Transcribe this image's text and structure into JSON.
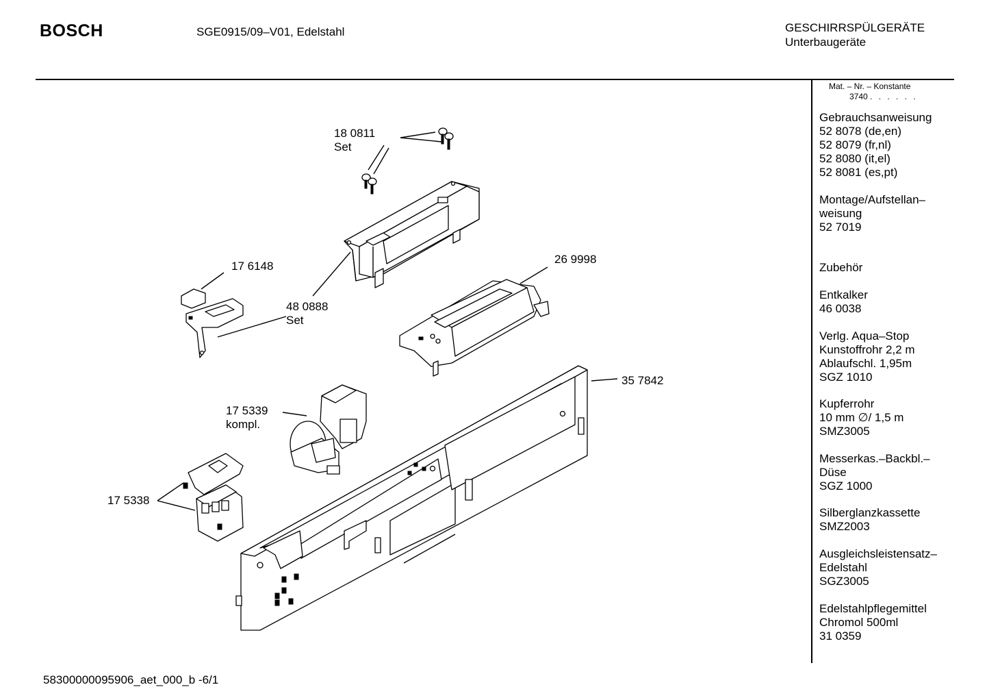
{
  "header": {
    "brand": "BOSCH",
    "model": "SGE0915/09–V01, Edelstahl",
    "category_line1": "GESCHIRRSPÜLGERÄTE",
    "category_line2": "Unterbaugeräte"
  },
  "sidebar": {
    "matnr_label": "Mat. – Nr. – Konstante",
    "matnr_value": "3740",
    "matnr_dots": ". . . . . .",
    "groups": [
      {
        "lines": [
          "Gebrauchsanweisung",
          "52 8078 (de,en)",
          "52 8079 (fr,nl)",
          "52 8080 (it,el)",
          "52 8081 (es,pt)"
        ]
      },
      {
        "lines": [
          "Montage/Aufstellan–",
          "weisung",
          "52 7019"
        ]
      },
      {
        "lines": [
          "Zubehör"
        ]
      },
      {
        "lines": [
          "Entkalker",
          "46 0038"
        ]
      },
      {
        "lines": [
          "Verlg. Aqua–Stop",
          "Kunstoffrohr 2,2 m",
          "Ablaufschl. 1,95m",
          "SGZ 1010"
        ]
      },
      {
        "lines": [
          "Kupferrohr",
          "10 mm ∅/ 1,5 m",
          "SMZ3005"
        ]
      },
      {
        "lines": [
          "Messerkas.–Backbl.–",
          "Düse",
          "SGZ 1000"
        ]
      },
      {
        "lines": [
          "Silberglanzkassette",
          "SMZ2003"
        ]
      },
      {
        "lines": [
          "Ausgleichsleistensatz–",
          "Edelstahl",
          "SGZ3005"
        ]
      },
      {
        "lines": [
          "Edelstahlpflegemittel",
          "Chromol  500ml",
          "31 0359"
        ]
      }
    ]
  },
  "parts": [
    {
      "id": "screws",
      "lines": [
        "18 0811",
        "Set"
      ]
    },
    {
      "id": "housing",
      "lines": [
        "48 0888",
        "Set"
      ]
    },
    {
      "id": "bracket",
      "lines": [
        "17 6148"
      ]
    },
    {
      "id": "switch-module",
      "lines": [
        "26 9998"
      ]
    },
    {
      "id": "panel",
      "lines": [
        "35 7842"
      ]
    },
    {
      "id": "selector",
      "lines": [
        "17 5339",
        "kompl."
      ]
    },
    {
      "id": "power-switch",
      "lines": [
        "17 5338"
      ]
    }
  ],
  "footer": {
    "doc_id": "58300000095906_aet_000_b  -6/1"
  }
}
